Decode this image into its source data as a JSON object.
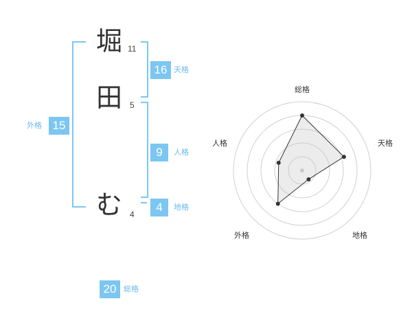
{
  "name_chars": [
    {
      "char": "堀",
      "strokes": "11"
    },
    {
      "char": "田",
      "strokes": "5"
    },
    {
      "char": "む",
      "strokes": "4"
    }
  ],
  "fortunes": {
    "tenkaku": {
      "label": "天格",
      "value": "16"
    },
    "jinkaku": {
      "label": "人格",
      "value": "9"
    },
    "chikaku": {
      "label": "地格",
      "value": "4"
    },
    "gaikaku": {
      "label": "外格",
      "value": "15"
    },
    "soukaku": {
      "label": "総格",
      "value": "20"
    }
  },
  "colors": {
    "accent": "#7cc6f2",
    "accent_text": "#6bb9e8",
    "text": "#333333"
  },
  "chart_data": {
    "type": "radar",
    "axes": [
      "総格",
      "天格",
      "地格",
      "外格",
      "人格"
    ],
    "values": [
      20,
      16,
      4,
      15,
      9
    ]
  }
}
